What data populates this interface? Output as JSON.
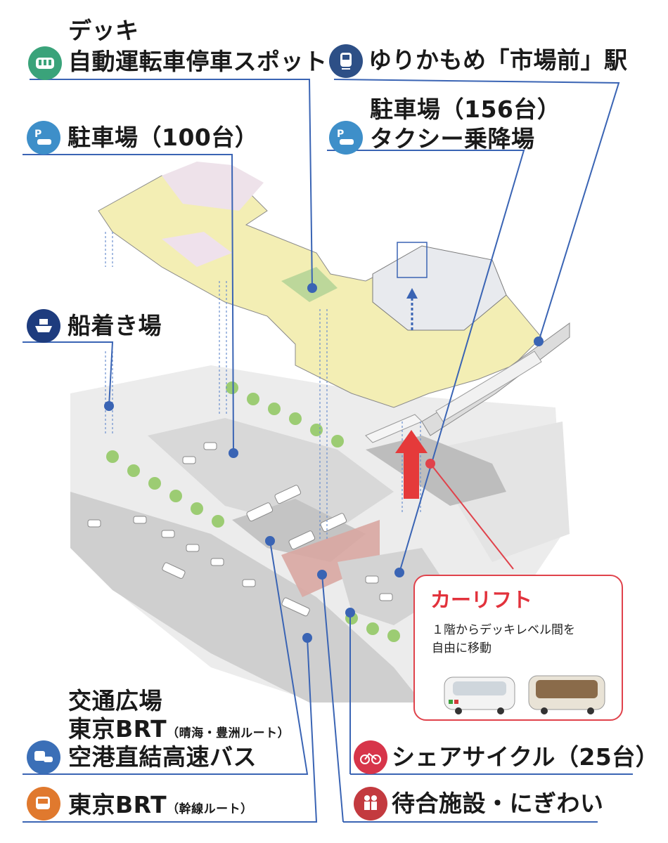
{
  "labels": {
    "deck_line1": "デッキ",
    "deck_line2": "自動運転車停車スポット",
    "yurikamome": "ゆりかもめ「市場前」駅",
    "parking156_line1": "駐車場（156台）",
    "parking156_line2": "タクシー乗降場",
    "parking100": "駐車場（100台）",
    "ferry": "船着き場",
    "plaza_line1": "交通広場",
    "plaza_line2": "東京BRT",
    "plaza_line2_sub": "（晴海・豊洲ルート）",
    "plaza_line3": "空港直結高速バス",
    "brt_trunk": "東京BRT",
    "brt_trunk_sub": "（幹線ルート）",
    "share_cycle": "シェアサイクル（25台）",
    "waiting": "待合施設・にぎわい"
  },
  "callout": {
    "title": "カーリフト",
    "line1": "１階からデッキレベル間を",
    "line2": "自由に移動"
  },
  "icons": {
    "deck": {
      "name": "bus-stop-icon",
      "color": "#3aa37a"
    },
    "yurikamome": {
      "name": "train-icon",
      "color": "#2d4f86"
    },
    "parking": {
      "name": "parking-car-icon",
      "color": "#3e8fc9"
    },
    "ferry": {
      "name": "ferry-icon",
      "color": "#1e3c7e"
    },
    "plaza": {
      "name": "bus-car-icon",
      "color": "#3b6fb7"
    },
    "brt": {
      "name": "brt-bus-icon",
      "color": "#e0792e"
    },
    "cycle": {
      "name": "bicycle-icon",
      "color": "#d7354a"
    },
    "waiting": {
      "name": "waiting-people-icon",
      "color": "#c33a3f"
    }
  },
  "colors": {
    "leader": "#3a64b4",
    "deck": "#f4efb0",
    "road": "#c9c9c9",
    "accent": "#e53a3a"
  }
}
